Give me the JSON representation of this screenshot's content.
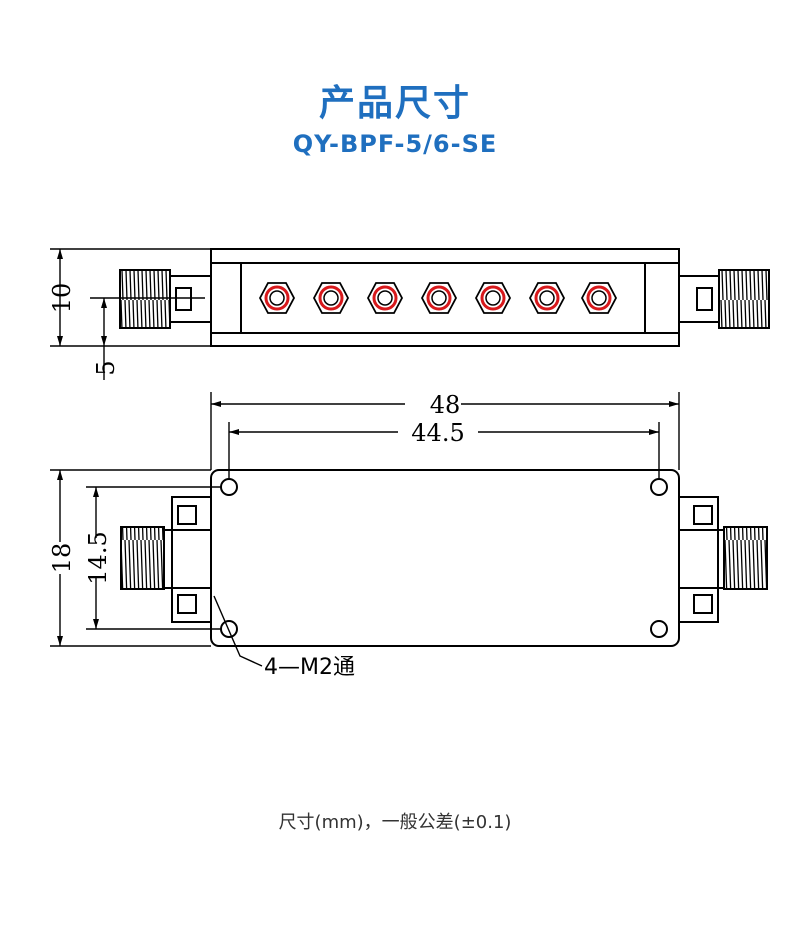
{
  "header": {
    "title": "产品尺寸",
    "model": "QY-BPF-5/6-SE"
  },
  "drawing": {
    "side_view": {
      "height_label": "10",
      "connector_offset_label": "5",
      "tuning_screw_count": 7
    },
    "top_view": {
      "length_label": "48",
      "hole_spacing_label": "44.5",
      "width_label": "18",
      "hole_spacing_vertical_label": "14.5",
      "mount_hole_label": "4—M2通"
    }
  },
  "footer": {
    "note": "尺寸(mm)，一般公差(±0.1)"
  },
  "colors": {
    "title": "#1f6fbf",
    "line": "#000000",
    "screw_ring": "#d7191c"
  }
}
